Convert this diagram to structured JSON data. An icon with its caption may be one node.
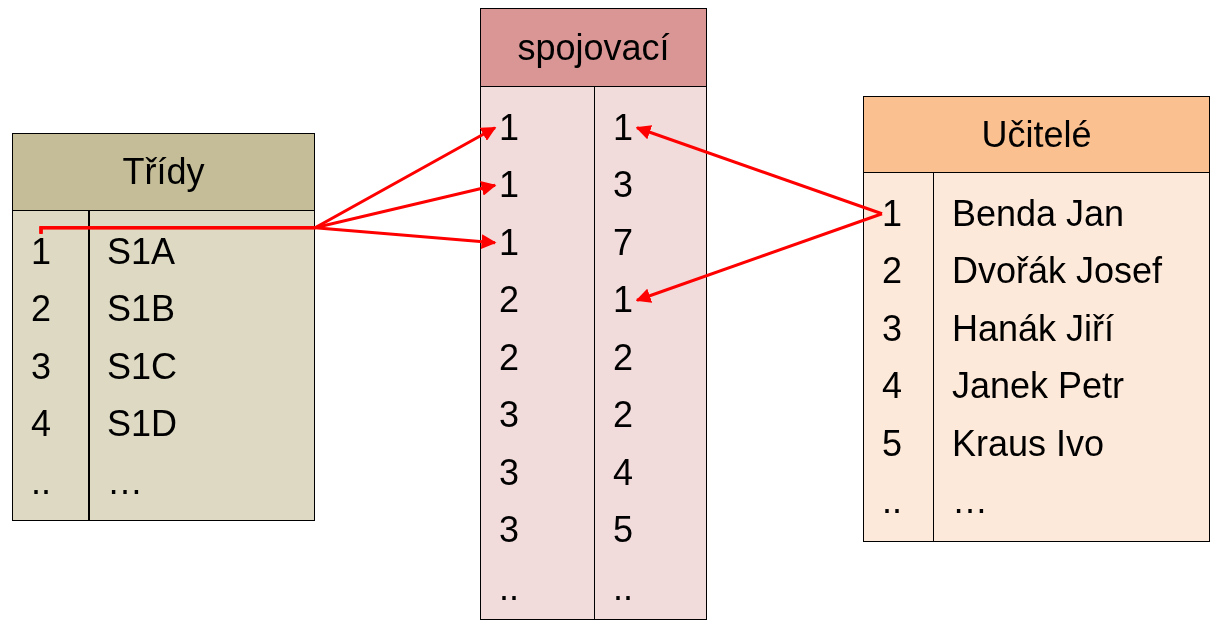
{
  "diagram": {
    "nodes": [
      {
        "text": [
          "Třídy"
        ]
      },
      {
        "text": [
          "1"
        ],
        "in": 0
      },
      {
        "text": [
          "S1A"
        ],
        "in": 0
      },
      {
        "text": [
          "2"
        ],
        "in": 0
      },
      {
        "text": [
          "S1B"
        ],
        "in": 0
      },
      {
        "text": [
          "3"
        ],
        "in": 0
      },
      {
        "text": [
          "S1C"
        ],
        "in": 0
      },
      {
        "text": [
          "4"
        ],
        "in": 0
      },
      {
        "text": [
          "S1D"
        ],
        "in": 0
      },
      {
        "text": [
          ".."
        ],
        "in": 0
      },
      {
        "text": [
          "…"
        ],
        "in": 0
      },
      {
        "text": [
          "spojovací"
        ]
      },
      {
        "text": [
          "1"
        ],
        "in": 11
      },
      {
        "text": [
          "1"
        ],
        "in": 11
      },
      {
        "text": [
          "1"
        ],
        "in": 11
      },
      {
        "text": [
          "3"
        ],
        "in": 11
      },
      {
        "text": [
          "1"
        ],
        "in": 11
      },
      {
        "text": [
          "7"
        ],
        "in": 11
      },
      {
        "text": [
          "2"
        ],
        "in": 11
      },
      {
        "text": [
          "1"
        ],
        "in": 11
      },
      {
        "text": [
          "2"
        ],
        "in": 11
      },
      {
        "text": [
          "2"
        ],
        "in": 11
      },
      {
        "text": [
          "3"
        ],
        "in": 11
      },
      {
        "text": [
          "2"
        ],
        "in": 11
      },
      {
        "text": [
          "3"
        ],
        "in": 11
      },
      {
        "text": [
          "4"
        ],
        "in": 11
      },
      {
        "text": [
          "3"
        ],
        "in": 11
      },
      {
        "text": [
          "5"
        ],
        "in": 11
      },
      {
        "text": [
          ".."
        ],
        "in": 11
      },
      {
        "text": [
          ".."
        ],
        "in": 11
      },
      {
        "text": [
          "Učitelé"
        ]
      },
      {
        "text": [
          "1"
        ],
        "in": 30
      },
      {
        "text": [
          "Benda Jan"
        ],
        "in": 30
      },
      {
        "text": [
          "2"
        ],
        "in": 30
      },
      {
        "text": [
          "Dvořák Josef"
        ],
        "in": 30
      },
      {
        "text": [
          "3"
        ],
        "in": 30
      },
      {
        "text": [
          "Hanák Jiří"
        ],
        "in": 30
      },
      {
        "text": [
          "4"
        ],
        "in": 30
      },
      {
        "text": [
          "Janek Petr"
        ],
        "in": 30
      },
      {
        "text": [
          "5"
        ],
        "in": 30
      },
      {
        "text": [
          "Kraus Ivo"
        ],
        "in": 30
      },
      {
        "text": [
          ".."
        ],
        "in": 30
      },
      {
        "text": [
          "…"
        ],
        "in": 30
      }
    ],
    "edges": [
      {
        "from": 1,
        "to": 12,
        "arrow": "to"
      },
      {
        "from": 1,
        "to": 14,
        "arrow": "to"
      },
      {
        "from": 1,
        "to": 16,
        "arrow": "to"
      },
      {
        "from": 31,
        "to": 13,
        "arrow": "to"
      },
      {
        "from": 31,
        "to": 19,
        "arrow": "to"
      }
    ]
  }
}
